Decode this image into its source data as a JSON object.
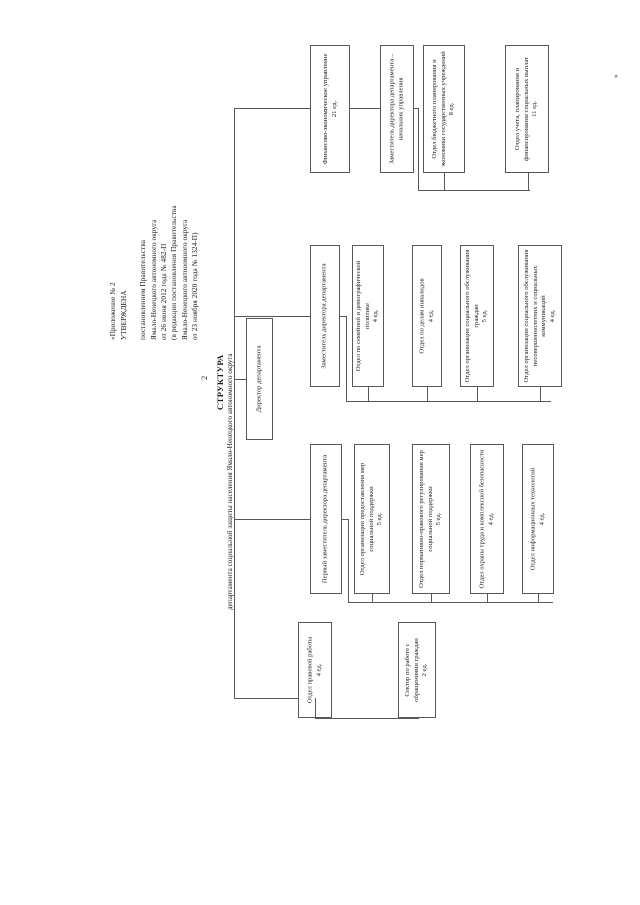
{
  "document": {
    "page_number": "2",
    "approval_header": [
      "«Приложение № 2",
      "УТВЕРЖДЕНА",
      "постановлением Правительства",
      "Ямало-Ненецкого автономного округа",
      "от 26 июня 2012 года № 482-П",
      "(в редакции постановления Правительства",
      "Ямало-Ненецкого автономного округа",
      "от 23 ноября 2020 года № 1324-П)"
    ],
    "title": "СТРУКТУРА",
    "subtitle": "департамента социальной защиты населения Ямало-Ненецкого автономного округа",
    "corner_mark": "»"
  },
  "org_chart": {
    "root": {
      "name": "director",
      "label": "Директор департамента"
    },
    "branches": [
      {
        "name": "finance-economic-directorate",
        "head": {
          "name": "finance-economic-directorate-box",
          "label": "Финансово-экономическое управление\n21 ед."
        },
        "deputy": {
          "name": "deputy-director-head-of-directorate",
          "label": "Заместитель директора департамента – начальник управления"
        },
        "units": [
          {
            "name": "budget-planning-department",
            "label": "Отдел бюджетного планирования и экономики государственных учреждений\n8 ед."
          },
          {
            "name": "accounting-planning-social-payments-department",
            "label": "Отдел учета, планирования и финансирования социальных выплат\n11 ед."
          }
        ]
      },
      {
        "name": "deputy-director-branch",
        "head": {
          "name": "deputy-director-box",
          "label": "Заместитель директора департамента"
        },
        "units": [
          {
            "name": "family-demographic-policy-department",
            "label": "Отдел по семейной и демографической политике\n4 ед."
          },
          {
            "name": "disabled-affairs-department",
            "label": "Отдел по делам инвалидов\n4 ед."
          },
          {
            "name": "social-services-organization-department",
            "label": "Отдел организации социального обслуживания граждан\n5 ед."
          },
          {
            "name": "minors-social-services-communications-department",
            "label": "Отдел организации социального обслуживания несовершеннолетних и социальных коммуникаций\n4 ед."
          }
        ]
      },
      {
        "name": "first-deputy-director-branch",
        "head": {
          "name": "first-deputy-director-box",
          "label": "Первый заместитель директора департамента"
        },
        "units": [
          {
            "name": "social-support-provision-department",
            "label": "Отдел организации предоставления мер социальной поддержки\n5 ед."
          },
          {
            "name": "legal-regulation-social-support-department",
            "label": "Отдел нормативно-правового регулирования мер социальной поддержки\n5 ед."
          },
          {
            "name": "labor-safety-complex-security-department",
            "label": "Отдел охраны труда и комплексной безопасности\n4 ед."
          },
          {
            "name": "information-technology-department",
            "label": "Отдел информационных технологий\n4 ед."
          }
        ]
      },
      {
        "name": "direct-subordinate-branch",
        "units": [
          {
            "name": "legal-work-department",
            "label": "Отдел правовой работы\n4 ед."
          },
          {
            "name": "citizens-appeals-sector",
            "label": "Сектор по работе с обращениями граждан\n2 ед."
          }
        ]
      }
    ]
  }
}
